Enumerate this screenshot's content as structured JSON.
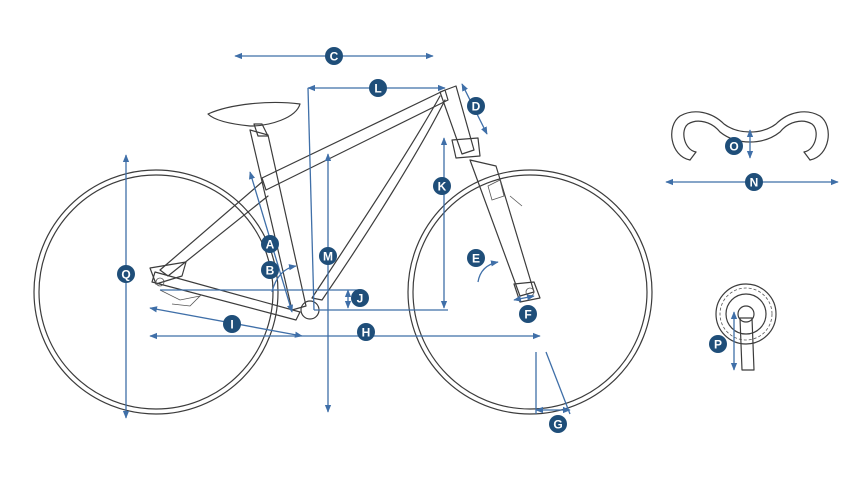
{
  "diagram": {
    "accent_color": "#3f6fa8",
    "badge_color": "#1f4e79",
    "labels": {
      "A": "A",
      "B": "B",
      "C": "C",
      "D": "D",
      "E": "E",
      "F": "F",
      "G": "G",
      "H": "H",
      "I": "I",
      "J": "J",
      "K": "K",
      "L": "L",
      "M": "M",
      "N": "N",
      "O": "O",
      "P": "P",
      "Q": "Q"
    }
  }
}
